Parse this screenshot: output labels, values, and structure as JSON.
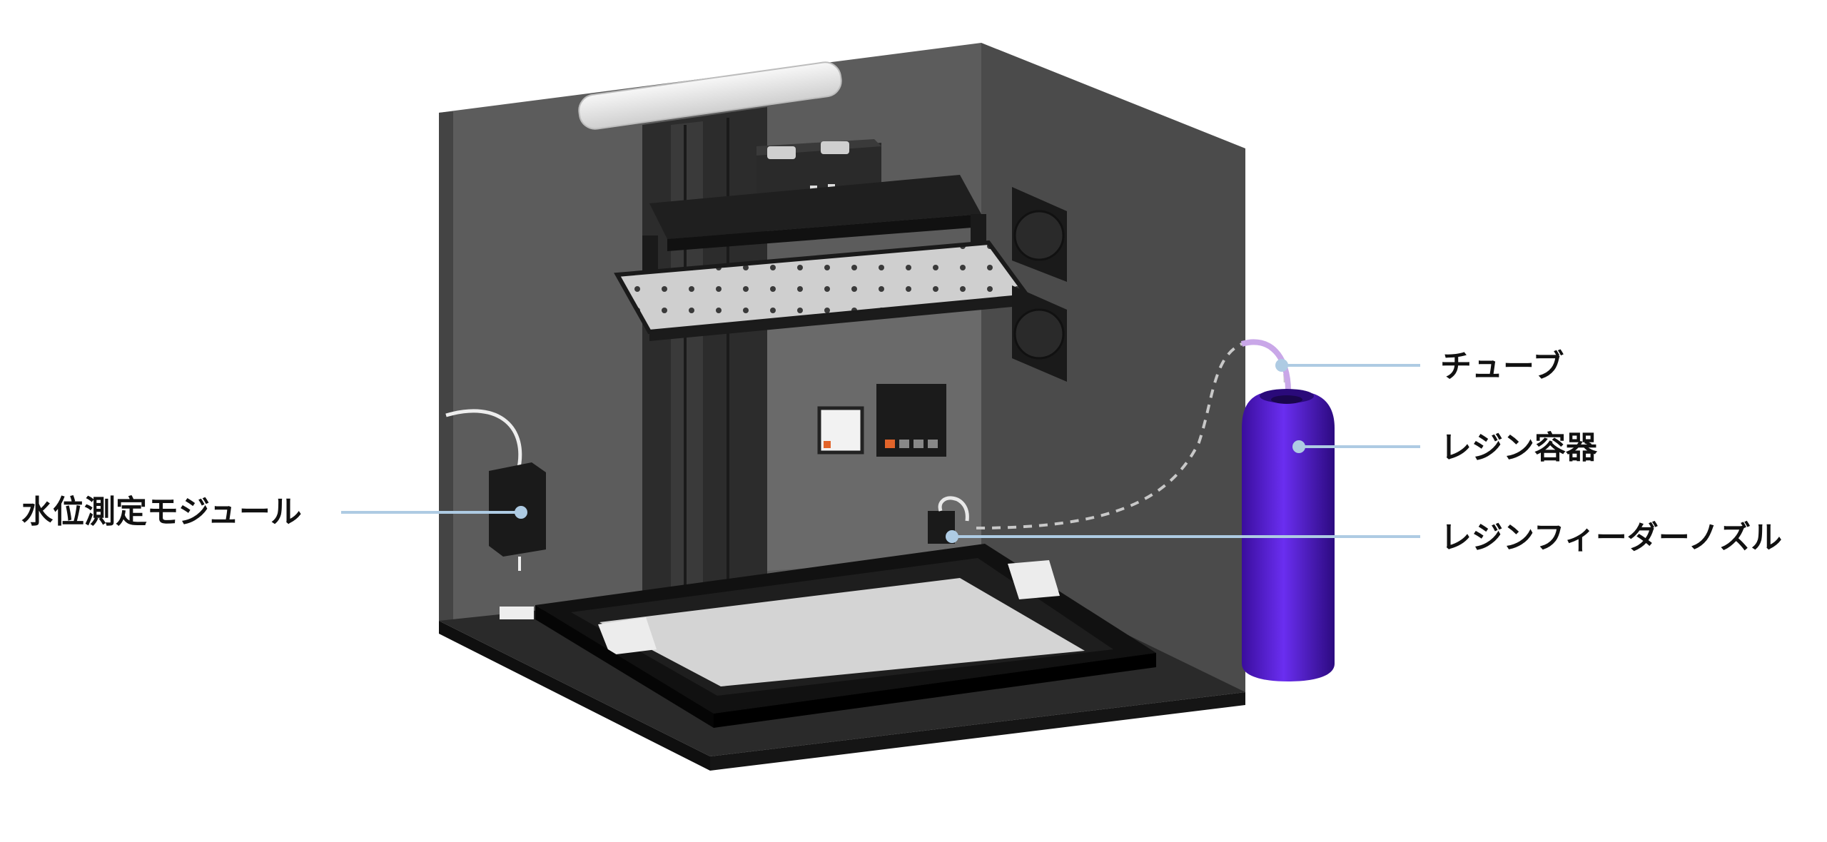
{
  "labels": {
    "water_level_module": "水位測定モジュール",
    "tube": "チューブ",
    "resin_container": "レジン容器",
    "resin_feeder_nozzle": "レジンフィーダーノズル"
  },
  "colors": {
    "leader_line": "#aecbe3",
    "resin_bottle": "#5a1ed6",
    "enclosure_wall": "#4a4a4a",
    "enclosure_floor": "#1a1a1a",
    "vat_surface": "#d6d6d6"
  }
}
